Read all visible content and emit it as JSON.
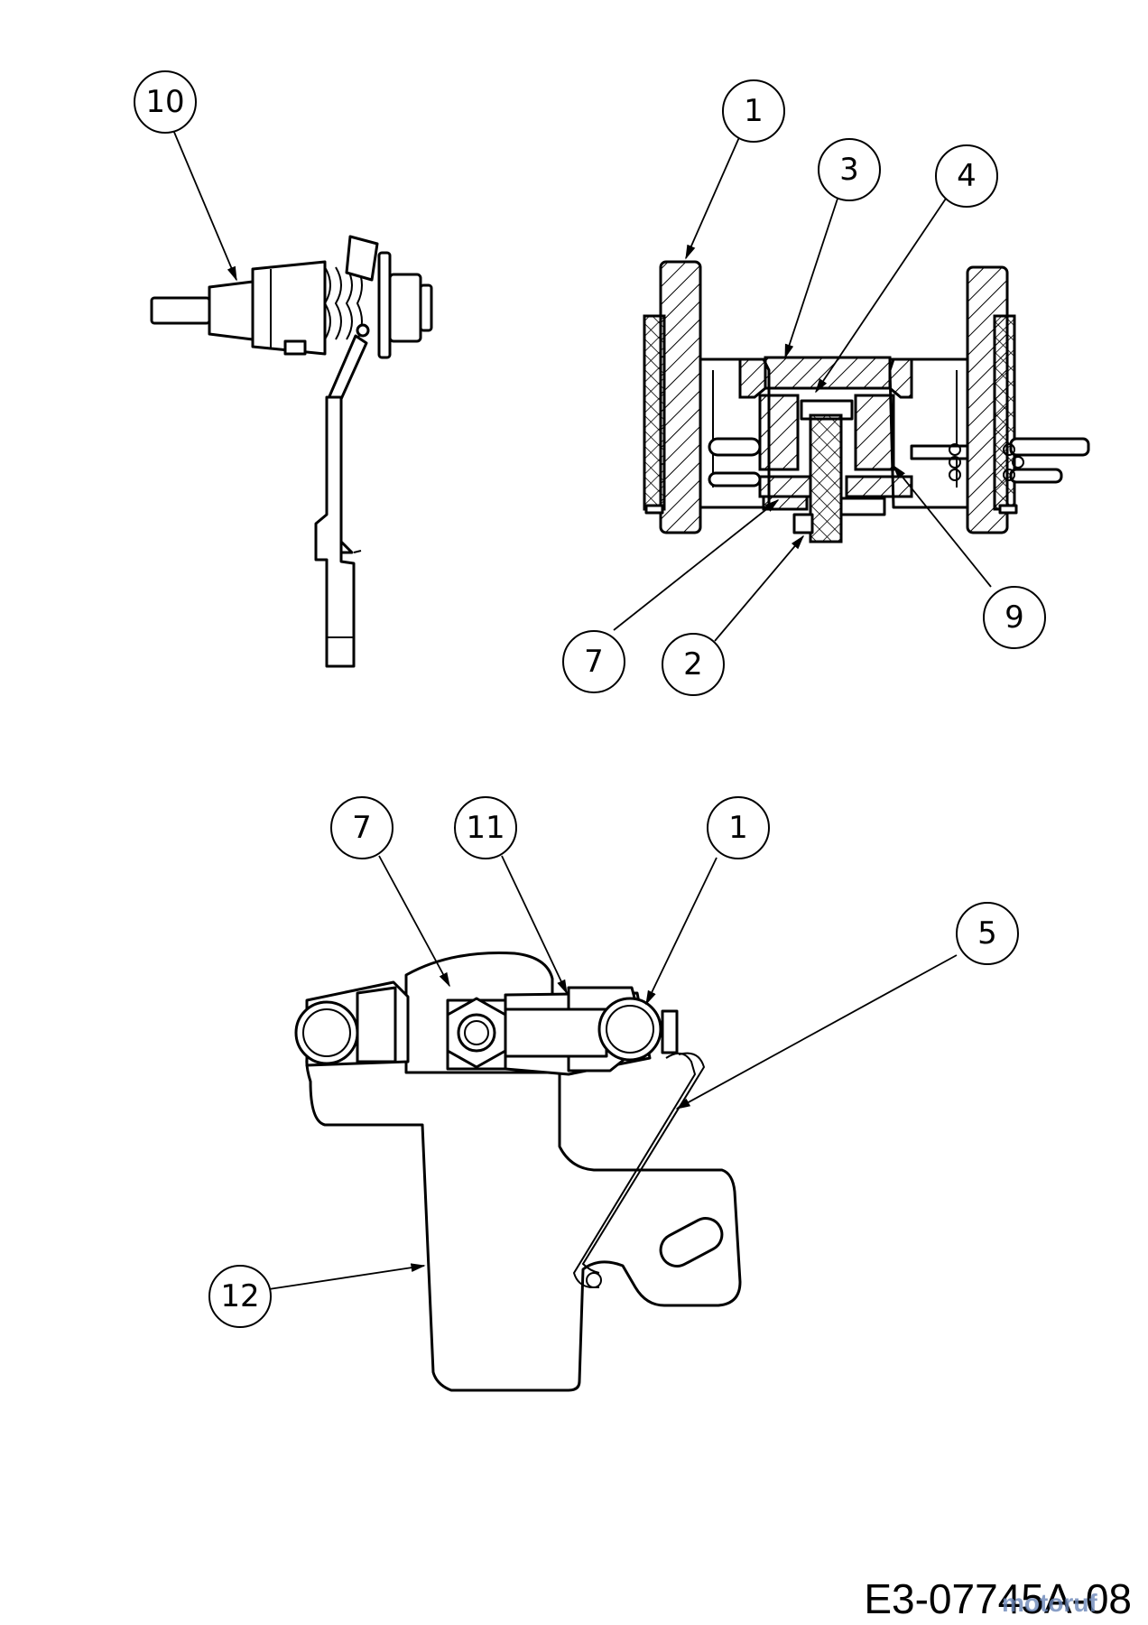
{
  "callouts": {
    "c10": "10",
    "c1_top": "1",
    "c3": "3",
    "c4": "4",
    "c9": "9",
    "c7_top": "7",
    "c2": "2",
    "c7_bottom": "7",
    "c11": "11",
    "c1_bottom": "1",
    "c5": "5",
    "c12": "12"
  },
  "footer": {
    "doc_code": "E3-07745A-08",
    "watermark": "motoruf"
  }
}
